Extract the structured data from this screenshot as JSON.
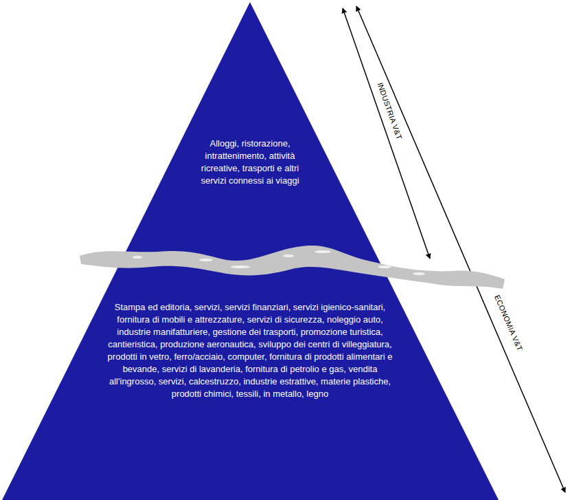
{
  "diagram": {
    "nodes": [
      {
        "text": [
          "Alloggi, ristorazione, intrattenimento, attività ricreative, trasporti e altri servizi connessi ai viaggi",
          "Stampa ed editoria, servizi, servizi finanziari, servizi igienico-sanitari, fornitura di mobili e attrezzature, servizi di sicurezza, noleggio auto, industrie manifatturiere, gestione dei trasporti, promozione turistica, cantieristica, produzione aeronautica, sviluppo dei centri di villeggiatura, prodotti in vetro, ferro/acciaio, computer, fornitura di prodotti alimentari e bevande, servizi di lavanderia, fornitura di petrolio e gas, vendita all'ingrosso, servizi, calcestruzzo, industrie estrattive, materie plastiche, prodotti chimici, tessili, in metallo, legno"
        ]
      }
    ],
    "labels": [
      "INDUSTRIA V&T",
      "ECONOMIA V&T"
    ]
  }
}
